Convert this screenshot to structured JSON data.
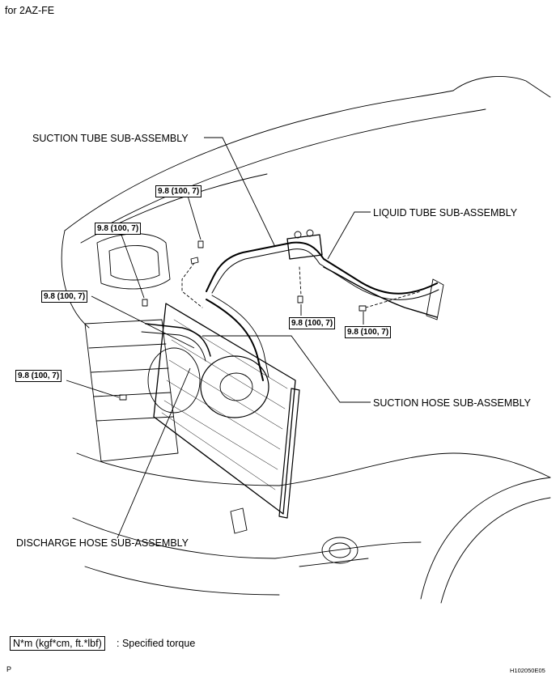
{
  "header": {
    "engine": "for 2AZ-FE"
  },
  "labels": {
    "suction_tube": "SUCTION TUBE SUB-ASSEMBLY",
    "liquid_tube": "LIQUID TUBE SUB-ASSEMBLY",
    "suction_hose": "SUCTION HOSE SUB-ASSEMBLY",
    "discharge_hose": "DISCHARGE HOSE SUB-ASSEMBLY"
  },
  "torque_values": {
    "t1": "9.8 (100, 7)",
    "t2": "9.8 (100, 7)",
    "t3": "9.8 (100, 7)",
    "t4": "9.8 (100, 7)",
    "t5": "9.8 (100, 7)",
    "t6": "9.8 (100, 7)"
  },
  "legend": {
    "unit": "N*m (kgf*cm, ft.*lbf)",
    "description": ": Specified torque"
  },
  "footer": {
    "page_marker": "P",
    "figure_id": "H102050E05"
  }
}
